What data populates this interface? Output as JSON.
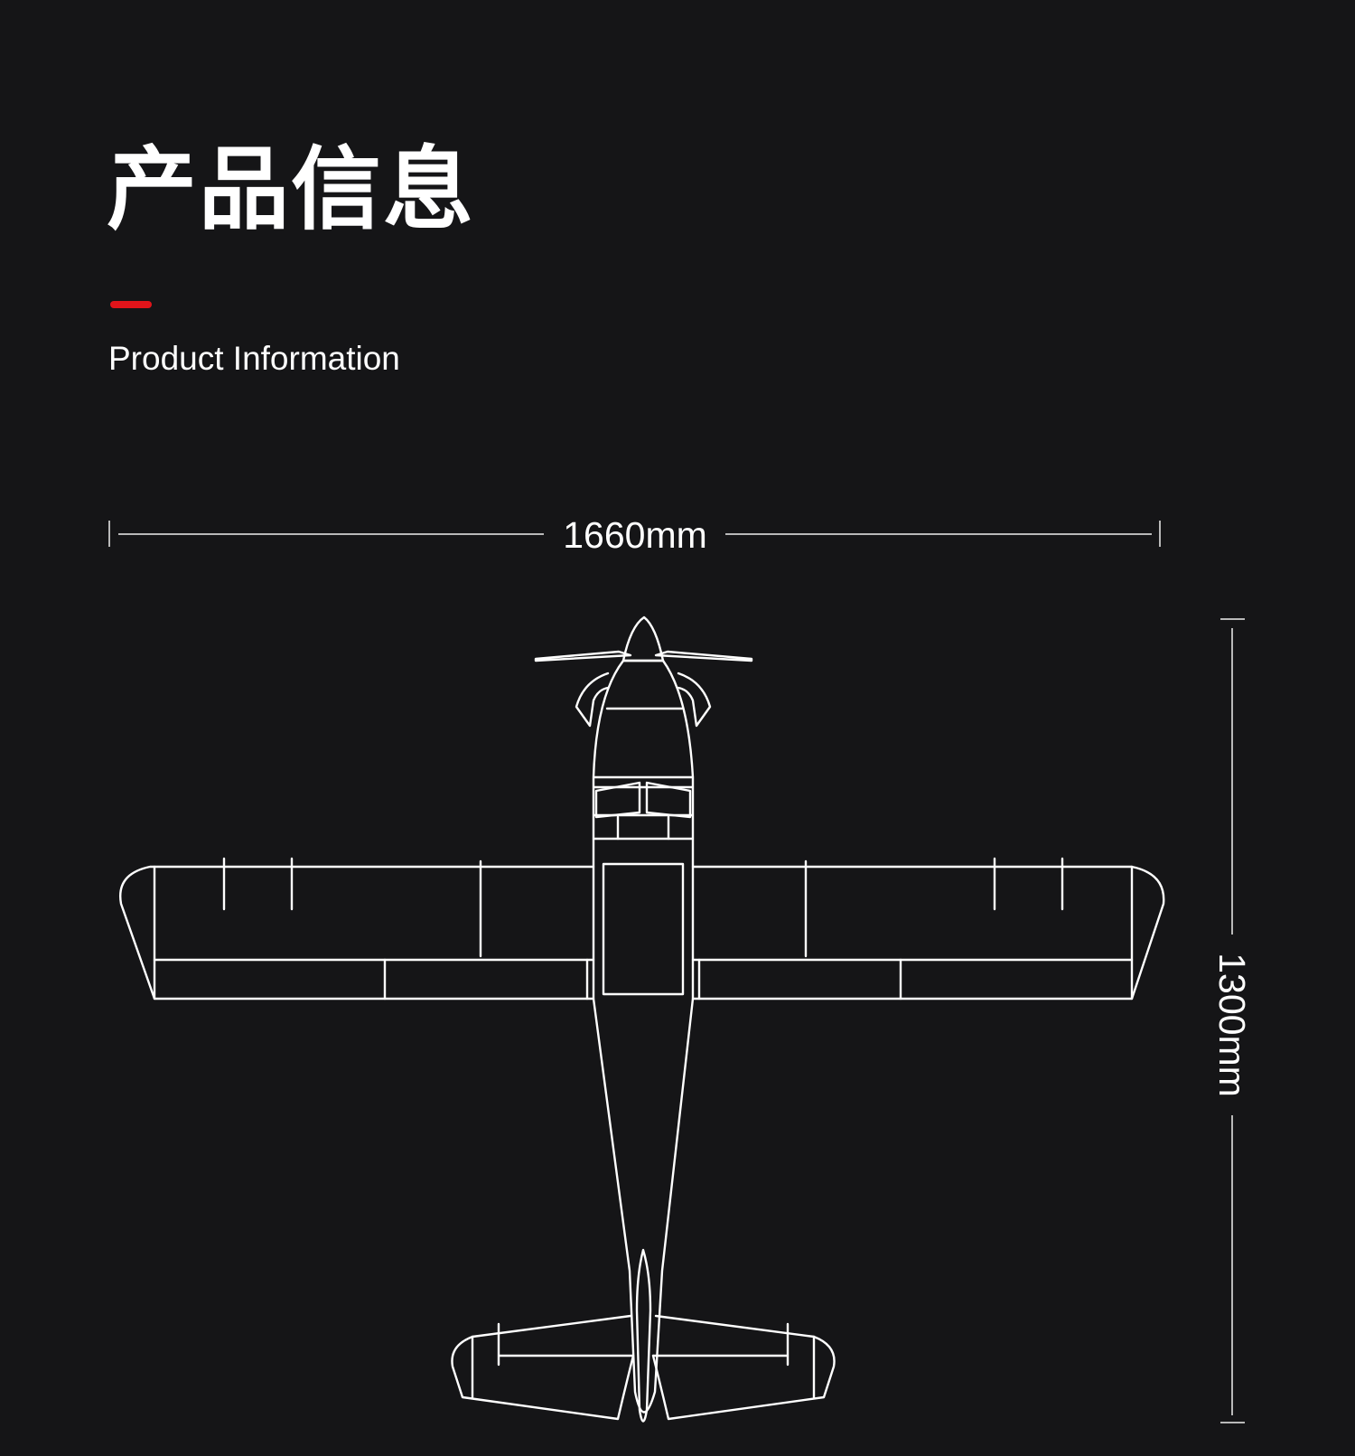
{
  "header": {
    "title_zh": "产品信息",
    "title_en": "Product Information"
  },
  "dimensions": {
    "wingspan_label": "1660mm",
    "length_label": "1300mm"
  },
  "colors": {
    "background": "#151517",
    "accent": "#e0141a",
    "text": "#ffffff",
    "dimension_line": "#b9b9b9"
  },
  "illustration": {
    "icon": "airplane-top-view-outline-icon"
  }
}
